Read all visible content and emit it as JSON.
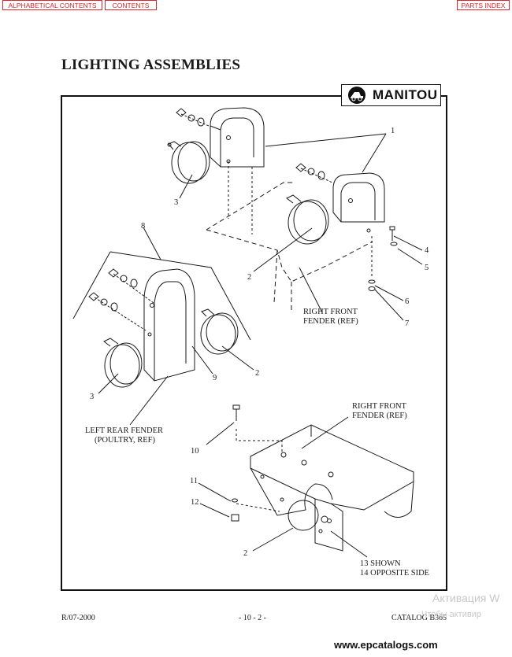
{
  "nav": {
    "alphabetical_contents": "ALPHABETICAL CONTENTS",
    "contents": "CONTENTS",
    "parts_index": "PARTS INDEX"
  },
  "page_title": "LIGHTING ASSEMBLIES",
  "brand": "MANITOU",
  "labels": {
    "right_front_fender_1": [
      "RIGHT FRONT",
      "FENDER (REF)"
    ],
    "left_rear_fender": [
      "LEFT REAR FENDER",
      "(POULTRY, REF)"
    ],
    "right_front_fender_2": [
      "RIGHT FRONT",
      "FENDER (REF)"
    ],
    "shown_note": [
      "13 SHOWN",
      "14 OPPOSITE SIDE"
    ]
  },
  "callouts": [
    "1",
    "2",
    "3",
    "4",
    "5",
    "6",
    "7",
    "8",
    "9",
    "10",
    "11",
    "12"
  ],
  "footer": {
    "left": "R/07-2000",
    "center": "- 10 - 2 -",
    "right": "CATALOG B365"
  },
  "watermark": [
    "Активация W",
    "Чтобы активир"
  ],
  "site": "www.epcatalogs.com"
}
